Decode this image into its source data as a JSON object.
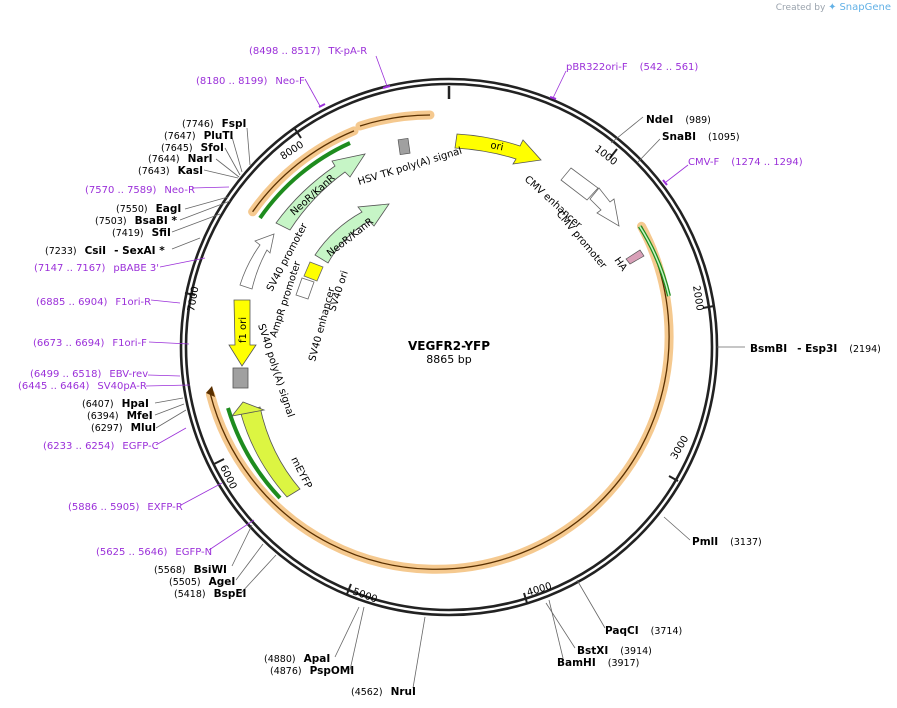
{
  "credit": {
    "created_by": "Created by",
    "brand": "SnapGene"
  },
  "plasmid": {
    "name": "VEGFR2-YFP",
    "length": "8865 bp"
  },
  "ticks": [
    "1000",
    "2000",
    "3000",
    "4000",
    "5000",
    "6000",
    "7000",
    "8000"
  ],
  "sites": [
    {
      "name": "NdeI",
      "pos": "(989)"
    },
    {
      "name": "SnaBI",
      "pos": "(1095)"
    },
    {
      "name": "BsmBI",
      "name2": "- Esp3I",
      "pos": "(2194)"
    },
    {
      "name": "PmlI",
      "pos": "(3137)"
    },
    {
      "name": "PaqCI",
      "pos": "(3714)"
    },
    {
      "name": "BstXI",
      "pos": "(3914)"
    },
    {
      "name": "BamHI",
      "pos": "(3917)"
    },
    {
      "name": "NruI",
      "pos": "(4562)"
    },
    {
      "name": "ApaI",
      "pos": "(4880)"
    },
    {
      "name": "PspOMI",
      "pos": "(4876)"
    },
    {
      "name": "BsiWI",
      "pos": "(5568)"
    },
    {
      "name": "AgeI",
      "pos": "(5505)"
    },
    {
      "name": "BspEI",
      "pos": "(5418)"
    },
    {
      "name": "HpaI",
      "pos": "(6407)"
    },
    {
      "name": "MfeI",
      "pos": "(6394)"
    },
    {
      "name": "MluI",
      "pos": "(6297)"
    },
    {
      "name": "CsiI",
      "name2": "- SexAI *",
      "pos": "(7233)"
    },
    {
      "name": "EagI",
      "pos": "(7550)"
    },
    {
      "name": "BsaBI *",
      "pos": "(7503)"
    },
    {
      "name": "SfiI",
      "pos": "(7419)"
    },
    {
      "name": "FspI",
      "pos": "(7746)"
    },
    {
      "name": "PluTI",
      "pos": "(7647)"
    },
    {
      "name": "SfoI",
      "pos": "(7645)"
    },
    {
      "name": "NarI",
      "pos": "(7644)"
    },
    {
      "name": "KasI",
      "pos": "(7643)"
    }
  ],
  "primers": [
    {
      "pos": "(8498 .. 8517)",
      "name": "TK-pA-R"
    },
    {
      "pos": "(8180 .. 8199)",
      "name": "Neo-F"
    },
    {
      "pos": "(542 .. 561)",
      "name": "pBR322ori-F"
    },
    {
      "pos": "(1274 .. 1294)",
      "name": "CMV-F"
    },
    {
      "pos": "(7570 .. 7589)",
      "name": "Neo-R"
    },
    {
      "pos": "(7147 .. 7167)",
      "name": "pBABE 3'"
    },
    {
      "pos": "(6885 .. 6904)",
      "name": "F1ori-R"
    },
    {
      "pos": "(6673 .. 6694)",
      "name": "F1ori-F"
    },
    {
      "pos": "(6499 .. 6518)",
      "name": "EBV-rev"
    },
    {
      "pos": "(6445 .. 6464)",
      "name": "SV40pA-R"
    },
    {
      "pos": "(6233 .. 6254)",
      "name": "EGFP-C"
    },
    {
      "pos": "(5886 .. 5905)",
      "name": "EXFP-R"
    },
    {
      "pos": "(5625 .. 5646)",
      "name": "EGFP-N"
    }
  ],
  "features": {
    "ori": "ori",
    "cmv_enhancer": "CMV enhancer",
    "cmv_promoter": "CMV promoter",
    "ha": "HA",
    "hsv_tk": "HSV TK poly(A) signal",
    "neo_outer": "NeoR/KanR",
    "neo_inner": "NeoR/KanR",
    "sv40_promoter": "SV40 promoter",
    "ampr_promoter": "AmpR promoter",
    "f1_ori": "f1 ori",
    "sv40_polya": "SV40 poly(A) signal",
    "sv40_enhancer": "SV40 enhancer",
    "sv40_ori": "SV40 ori",
    "meyfp": "mEYFP"
  },
  "colors": {
    "backbone": "#222222",
    "primer": "#9b30d9",
    "orf_highlight": "#f5b26b",
    "ori": "#ffff00",
    "neo": "#c6f5c6",
    "promoter": "#ffffff",
    "polya": "#a0a0a0",
    "meyfp": "#dcf542",
    "ha": "#d9a0b8",
    "green_orf": "#1e8c1e"
  }
}
